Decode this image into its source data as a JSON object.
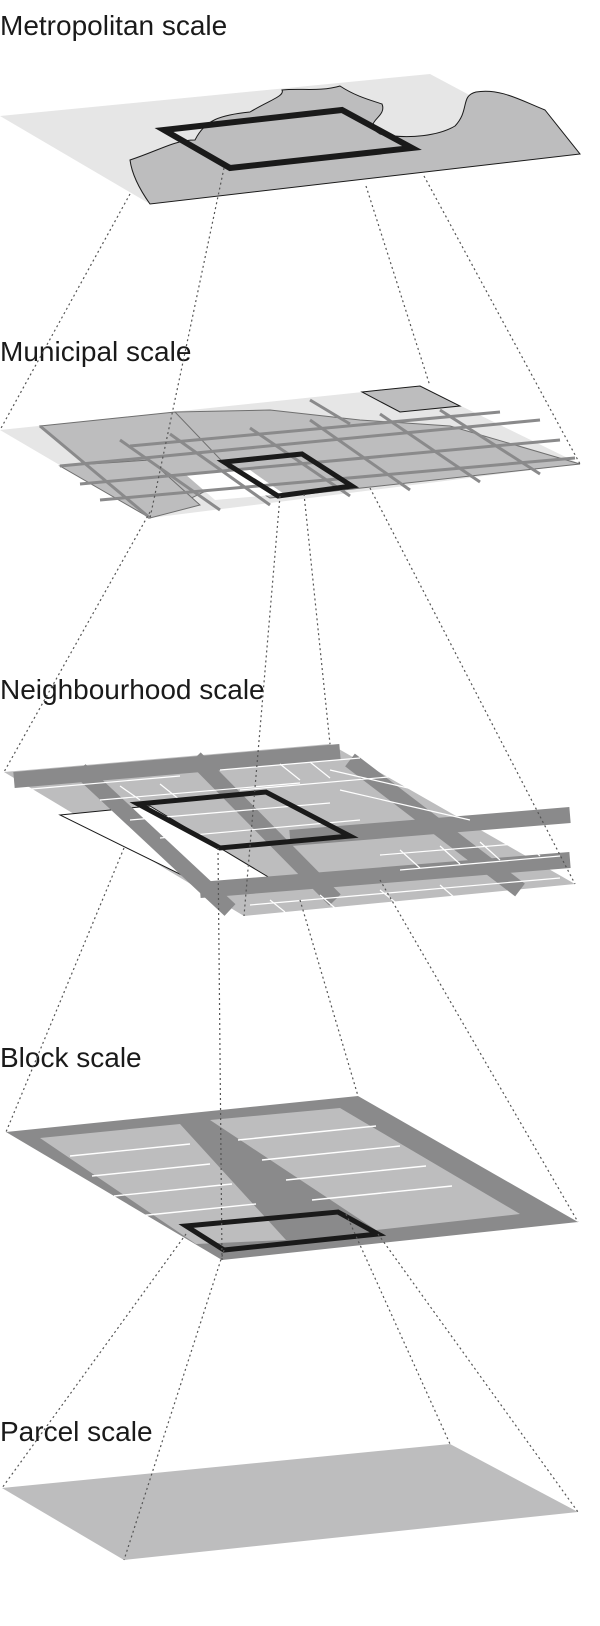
{
  "levels": [
    {
      "id": "metropolitan",
      "label": "Metropolitan scale"
    },
    {
      "id": "municipal",
      "label": "Municipal scale"
    },
    {
      "id": "neighbourhood",
      "label": "Neighbourhood scale"
    },
    {
      "id": "block",
      "label": "Block scale"
    },
    {
      "id": "parcel",
      "label": "Parcel scale"
    }
  ],
  "colors": {
    "plane_light": "#e6e6e6",
    "land_mid": "#bdbdbe",
    "street_dark": "#8a8a8b",
    "frame": "#1a1a1a",
    "connector": "#555555"
  }
}
